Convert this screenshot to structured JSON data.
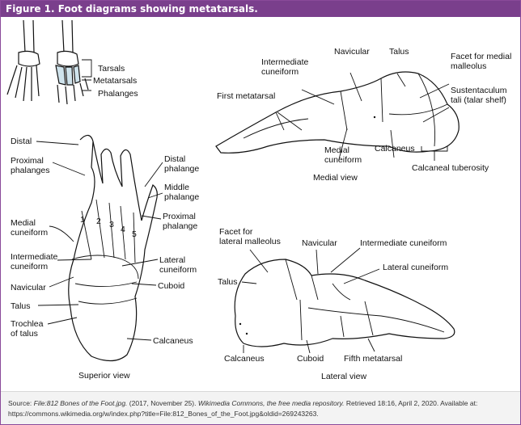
{
  "header": {
    "title": "Figure 1. Foot diagrams showing metatarsals."
  },
  "colors": {
    "header_bg": "#7a3f8c",
    "metatarsal_highlight": "#cfe3ec",
    "footer_bg": "#f3f3f3"
  },
  "thumbnail": {
    "tarsals": "Tarsals",
    "metatarsals": "Metatarsals",
    "phalanges": "Phalanges"
  },
  "medial": {
    "intermediate_cuneiform": [
      "Intermediate",
      "cuneiform"
    ],
    "navicular": "Navicular",
    "talus": "Talus",
    "facet_medial_malleolus": [
      "Facet for medial",
      "malleolus"
    ],
    "first_metatarsal": "First metatarsal",
    "sustentaculum": [
      "Sustentaculum",
      "tali (talar shelf)"
    ],
    "medial_cuneiform": [
      "Medial",
      "cuneiform"
    ],
    "calcaneus": "Calcaneus",
    "calcaneal_tuberosity": "Calcaneal tuberosity",
    "view": "Medial view"
  },
  "superior": {
    "distal": "Distal",
    "proximal_phalanges": [
      "Proximal",
      "phalanges"
    ],
    "distal_phalange": [
      "Distal",
      "phalange"
    ],
    "middle_phalange": [
      "Middle",
      "phalange"
    ],
    "proximal_phalange": [
      "Proximal",
      "phalange"
    ],
    "medial_cuneiform": [
      "Medial",
      "cuneiform"
    ],
    "intermediate_cuneiform": [
      "Intermediate",
      "cuneiform"
    ],
    "lateral_cuneiform": [
      "Lateral",
      "cuneiform"
    ],
    "navicular": "Navicular",
    "cuboid": "Cuboid",
    "talus": "Talus",
    "trochlea": [
      "Trochlea",
      "of talus"
    ],
    "calcaneus": "Calcaneus",
    "numbers": [
      "1",
      "2",
      "3",
      "4",
      "5"
    ],
    "view": "Superior view"
  },
  "lateral": {
    "facet_lateral_malleolus": [
      "Facet for",
      "lateral malleolus"
    ],
    "navicular": "Navicular",
    "intermediate_cuneiform": "Intermediate cuneiform",
    "lateral_cuneiform": "Lateral cuneiform",
    "talus": "Talus",
    "calcaneus": "Calcaneus",
    "cuboid": "Cuboid",
    "fifth_metatarsal": "Fifth metatarsal",
    "view": "Lateral view"
  },
  "source": {
    "prefix": "Source: ",
    "file": "File:812 Bones of the Foot.jpg.",
    "date": " (2017, November 25). ",
    "repo": "Wikimedia Commons, the free media repository.",
    "rest": " Retrieved 18:16, April 2, 2020. Available at: https://commons.wikimedia.org/w/index.php?title=File:812_Bones_of_the_Foot.jpg&oldid=269243263."
  }
}
